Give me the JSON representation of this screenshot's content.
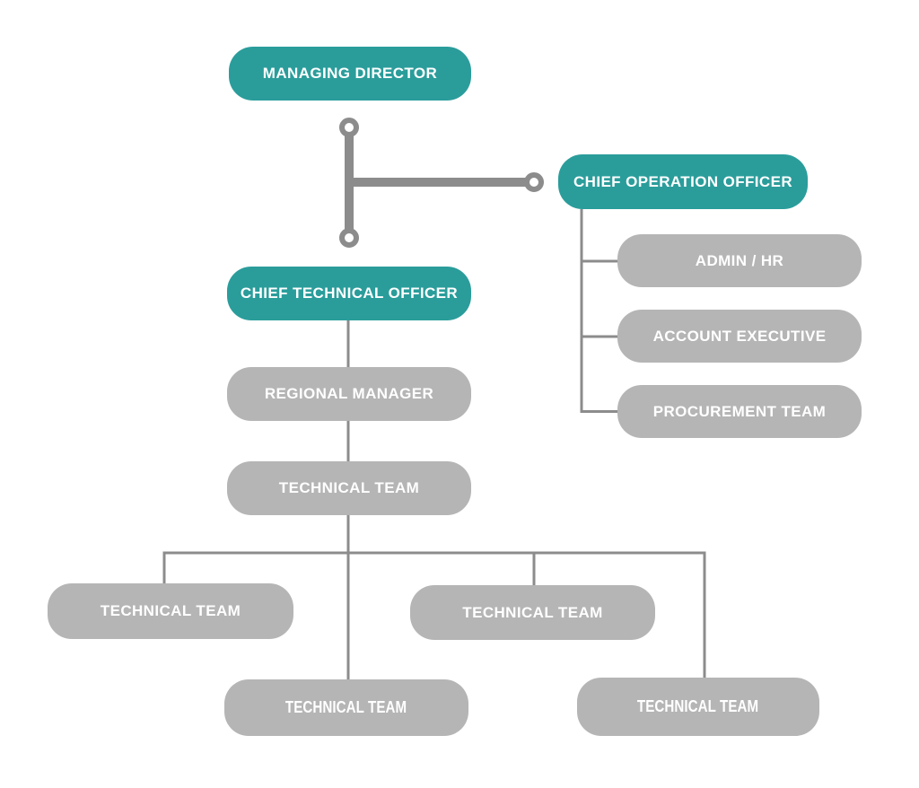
{
  "colors": {
    "teal": "#2a9d9b",
    "gray": "#b5b5b5",
    "line": "#8c8c8c",
    "text": "#ffffff",
    "background": "#ffffff"
  },
  "nodes": {
    "managing_director": "MANAGING DIRECTOR",
    "chief_operation_officer": "CHIEF OPERATION OFFICER",
    "admin_hr": "ADMIN / HR",
    "account_executive": "ACCOUNT EXECUTIVE",
    "procurement_team": "PROCUREMENT TEAM",
    "chief_technical_officer": "CHIEF TECHNICAL OFFICER",
    "regional_manager": "REGIONAL MANAGER",
    "technical_team": "TECHNICAL TEAM",
    "technical_team_1": "TECHNICAL TEAM",
    "technical_team_2": "TECHNICAL TEAM",
    "technical_team_3": "TECHNICAL TEAM",
    "technical_team_4": "TECHNICAL TEAM"
  },
  "structure": {
    "managing_director_reports": [
      "chief_operation_officer",
      "chief_technical_officer"
    ],
    "chief_operation_officer_reports": [
      "admin_hr",
      "account_executive",
      "procurement_team"
    ],
    "chief_technical_officer_reports": [
      "regional_manager"
    ],
    "regional_manager_reports": [
      "technical_team"
    ],
    "technical_team_reports": [
      "technical_team_1",
      "technical_team_2",
      "technical_team_3",
      "technical_team_4"
    ]
  }
}
